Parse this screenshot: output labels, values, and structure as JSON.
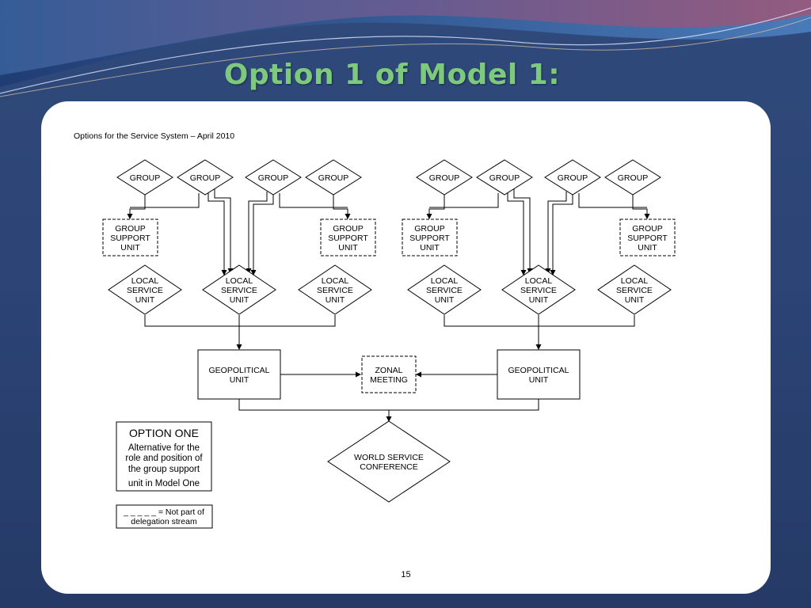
{
  "slide": {
    "title": "Option 1 of Model 1:",
    "page_number": "15"
  },
  "diagram": {
    "heading": "Options for the Service System – April 2010",
    "group_label": "GROUP",
    "gsu_lines": [
      "GROUP",
      "SUPPORT",
      "UNIT"
    ],
    "lsu_lines": [
      "LOCAL",
      "SERVICE",
      "UNIT"
    ],
    "geo_lines": [
      "GEOPOLITICAL",
      "UNIT"
    ],
    "zonal_lines": [
      "ZONAL",
      "MEETING"
    ],
    "wsc_lines": [
      "WORLD SERVICE",
      "CONFERENCE"
    ],
    "option_box": {
      "title": "OPTION ONE",
      "lines": [
        "Alternative for the",
        "role and position of",
        "the group support",
        "unit in Model One"
      ]
    },
    "legend": {
      "line1": "_ _ _ _ _ = Not part of",
      "line2": "delegation stream"
    }
  }
}
